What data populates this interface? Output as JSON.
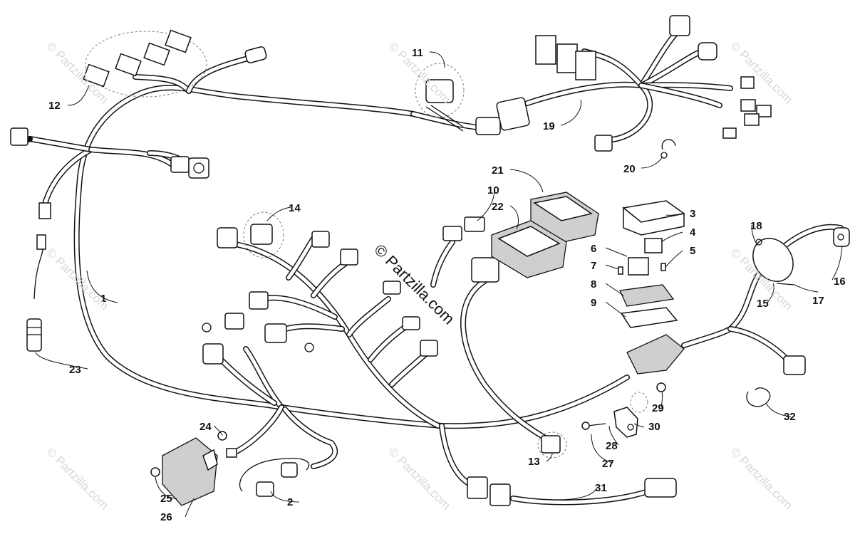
{
  "watermark_main": "© Partzilla.com",
  "watermark_faint": "© Partzilla.com",
  "callouts": [
    {
      "id": "c1",
      "text": "1"
    },
    {
      "id": "c2",
      "text": "2"
    },
    {
      "id": "c3",
      "text": "3"
    },
    {
      "id": "c4",
      "text": "4"
    },
    {
      "id": "c5",
      "text": "5"
    },
    {
      "id": "c6",
      "text": "6"
    },
    {
      "id": "c7",
      "text": "7"
    },
    {
      "id": "c8",
      "text": "8"
    },
    {
      "id": "c9",
      "text": "9"
    },
    {
      "id": "c10",
      "text": "10"
    },
    {
      "id": "c11",
      "text": "11"
    },
    {
      "id": "c12",
      "text": "12"
    },
    {
      "id": "c13",
      "text": "13"
    },
    {
      "id": "c14",
      "text": "14"
    },
    {
      "id": "c15",
      "text": "15"
    },
    {
      "id": "c16",
      "text": "16"
    },
    {
      "id": "c17",
      "text": "17"
    },
    {
      "id": "c18",
      "text": "18"
    },
    {
      "id": "c19",
      "text": "19"
    },
    {
      "id": "c20",
      "text": "20"
    },
    {
      "id": "c21",
      "text": "21"
    },
    {
      "id": "c22",
      "text": "22"
    },
    {
      "id": "c23",
      "text": "23"
    },
    {
      "id": "c24",
      "text": "24"
    },
    {
      "id": "c25",
      "text": "25"
    },
    {
      "id": "c26",
      "text": "26"
    },
    {
      "id": "c27",
      "text": "27"
    },
    {
      "id": "c28",
      "text": "28"
    },
    {
      "id": "c29",
      "text": "29"
    },
    {
      "id": "c30",
      "text": "30"
    },
    {
      "id": "c31",
      "text": "31"
    },
    {
      "id": "c32",
      "text": "32"
    }
  ]
}
